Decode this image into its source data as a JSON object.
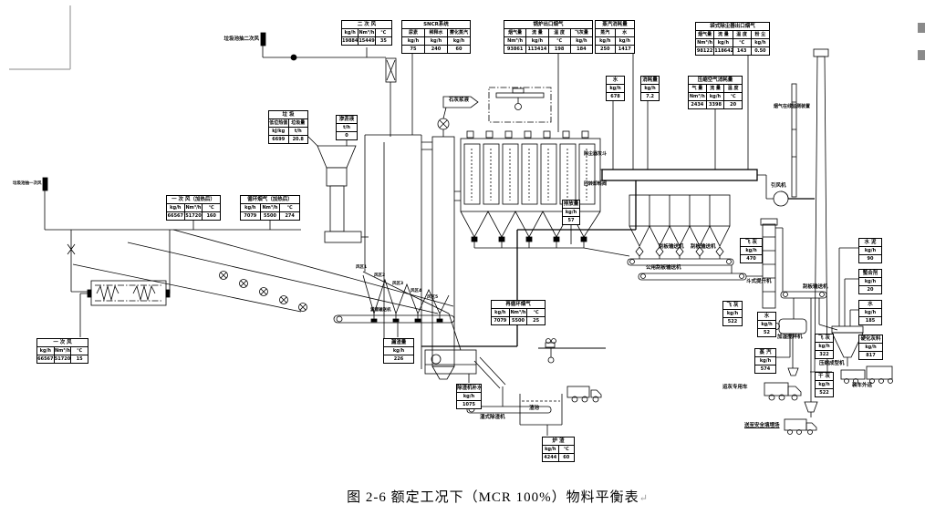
{
  "document": {
    "caption": "图 2-6  额定工况下（MCR 100%）物料平衡表",
    "paragraph_mark": "↵"
  },
  "colors": {
    "diagram_line": "#000000",
    "margin_mark": "#b0b0b0",
    "page_background": "#ffffff"
  },
  "diagram": {
    "tables": [
      {
        "id": "primary_air_heated",
        "title": "一 次 风（加热后）",
        "units": [
          "kg/h",
          "Nm³/h",
          "℃"
        ],
        "values": [
          "66567",
          "51720",
          "160"
        ]
      },
      {
        "id": "recirc_gas_heated",
        "title": "循环烟气（加热后）",
        "units": [
          "kg/h",
          "Nm³/h",
          "℃"
        ],
        "values": [
          "7079",
          "5500",
          "274"
        ]
      },
      {
        "id": "primary_air",
        "title": "一 次 风",
        "units": [
          "kg/h",
          "Nm³/h",
          "℃"
        ],
        "values": [
          "66567",
          "51720",
          "15"
        ]
      },
      {
        "id": "secondary_air",
        "title": "二 次 风",
        "units": [
          "kg/h",
          "Nm³/h",
          "℃"
        ],
        "values": [
          "19884",
          "15449",
          "35"
        ]
      },
      {
        "id": "sncr_system",
        "title": "SNCR系统",
        "headers": [
          "尿素",
          "稀释水",
          "雾化蒸汽"
        ],
        "units": [
          "kg/h",
          "kg/h",
          "kg/h"
        ],
        "values": [
          "75",
          "240",
          "60"
        ]
      },
      {
        "id": "boiler_outlet_gas",
        "title": "锅炉出口烟气",
        "headers": [
          "烟气量",
          "流 量",
          "温 度",
          "飞灰量"
        ],
        "units": [
          "Nm³/h",
          "kg/h",
          "℃",
          "kg/h"
        ],
        "values": [
          "93861",
          "113414",
          "198",
          "184"
        ]
      },
      {
        "id": "steam_consumption",
        "title": "蒸汽消耗量",
        "headers": [
          "蒸汽",
          "水"
        ],
        "units": [
          "kg/h",
          "kg/h"
        ],
        "values": [
          "250",
          "1417"
        ]
      },
      {
        "id": "baghouse_outlet_gas",
        "title": "袋式除尘器出口烟气",
        "headers": [
          "烟气量",
          "流 量",
          "温 度",
          "粉 尘"
        ],
        "units": [
          "Nm³/h",
          "kg/h",
          "℃",
          "kg/h"
        ],
        "values": [
          "98122",
          "118642",
          "143",
          "0.50"
        ]
      },
      {
        "id": "waste",
        "title": "垃 圾",
        "headers": [
          "低位热值",
          "垃圾量"
        ],
        "units": [
          "kJ/kg",
          "t/h"
        ],
        "values": [
          "6699",
          "20.8"
        ]
      },
      {
        "id": "leachate_reinjection",
        "title": "渗沥液",
        "units": [
          "t/h"
        ],
        "values": [
          "0"
        ]
      },
      {
        "id": "recirc_gas",
        "title": "再循环烟气",
        "units": [
          "kg/h",
          "Nm³/h",
          "℃"
        ],
        "values": [
          "7079",
          "5500",
          "25"
        ]
      },
      {
        "id": "grate_siftings",
        "title": "漏渣量",
        "units": [
          "kg/h"
        ],
        "values": [
          "226"
        ]
      },
      {
        "id": "slag_makeup_water",
        "title": "除渣机补水",
        "units": [
          "kg/h"
        ],
        "values": [
          "1075"
        ]
      },
      {
        "id": "bottom_slag",
        "title": "炉 渣",
        "units": [
          "kg/h",
          "℃"
        ],
        "values": [
          "4244",
          "60"
        ]
      },
      {
        "id": "water_678",
        "title": "水",
        "units": [
          "kg/h"
        ],
        "values": [
          "678"
        ]
      },
      {
        "id": "carbon_consumption",
        "title": "消耗量",
        "units": [
          "kg/h"
        ],
        "values": [
          "7.2"
        ]
      },
      {
        "id": "compressed_air",
        "title": "压缩空气消耗量",
        "headers": [
          "气 量",
          "流 量",
          "温 度"
        ],
        "units": [
          "Nm³/h",
          "kg/h",
          "℃"
        ],
        "values": [
          "2434",
          "3398",
          "20"
        ]
      },
      {
        "id": "ash_discharge_57",
        "title": "排放量",
        "units": [
          "kg/h"
        ],
        "values": [
          "57"
        ]
      },
      {
        "id": "fly_ash_470",
        "title": "飞 灰",
        "units": [
          "kg/h"
        ],
        "values": [
          "470"
        ]
      },
      {
        "id": "cement_90",
        "title": "水 泥",
        "units": [
          "kg/h"
        ],
        "values": [
          "90"
        ]
      },
      {
        "id": "chelator_20",
        "title": "螯合剂",
        "units": [
          "kg/h"
        ],
        "values": [
          "20"
        ]
      },
      {
        "id": "water_185",
        "title": "水",
        "units": [
          "kg/h"
        ],
        "values": [
          "185"
        ]
      },
      {
        "id": "hardened_ash",
        "title": "硬化灰料",
        "units": [
          "kg/h"
        ],
        "values": [
          "817"
        ]
      },
      {
        "id": "water_52",
        "title": "水",
        "units": [
          "kg/h"
        ],
        "values": [
          "52"
        ]
      },
      {
        "id": "steam_574",
        "title": "蒸 汽",
        "units": [
          "kg/h"
        ],
        "values": [
          "574"
        ]
      },
      {
        "id": "fly_ash_522",
        "title": "飞 灰",
        "units": [
          "kg/h"
        ],
        "values": [
          "522"
        ]
      },
      {
        "id": "fly_ash_322",
        "title": "飞 灰",
        "units": [
          "kg/h"
        ],
        "values": [
          "322"
        ]
      },
      {
        "id": "dry_ash_522",
        "title": "干 灰",
        "units": [
          "kg/h"
        ],
        "values": [
          "522"
        ]
      }
    ],
    "labels": [
      {
        "id": "secondary_air_intake",
        "text": "垃圾池抽二次风"
      },
      {
        "id": "primary_air_intake",
        "text": "垃圾池抽一次风"
      },
      {
        "id": "lime_slurry",
        "text": "石灰浆液"
      },
      {
        "id": "wind_zone_1",
        "text": "风区1"
      },
      {
        "id": "wind_zone_2",
        "text": "风区2"
      },
      {
        "id": "wind_zone_3",
        "text": "风区3"
      },
      {
        "id": "wind_zone_4",
        "text": "风区4"
      },
      {
        "id": "wind_zone_5",
        "text": "风区5"
      },
      {
        "id": "id_fan",
        "text": "引风机"
      },
      {
        "id": "cems",
        "text": "烟气在线监测装置"
      },
      {
        "id": "common_scraper_conveyor",
        "text": "公用刮板输送机"
      },
      {
        "id": "bucket_elevator",
        "text": "斗式提升机"
      },
      {
        "id": "scraper_conveyor_1",
        "text": "刮板输送机"
      },
      {
        "id": "scraper_conveyor_2",
        "text": "刮板输送机"
      },
      {
        "id": "scraper_conveyor_3",
        "text": "刮板输送机"
      },
      {
        "id": "humidifying_mixer",
        "text": "加湿搅拌机"
      },
      {
        "id": "compression_molder",
        "text": "压缩成型机"
      },
      {
        "id": "truck_loading",
        "text": "装车外运"
      },
      {
        "id": "ash_truck",
        "text": "运灰专用车"
      },
      {
        "id": "to_landfill",
        "text": "送至安全填埋场"
      },
      {
        "id": "wet_slag_extractor",
        "text": "湿式除渣机"
      },
      {
        "id": "slag_pit",
        "text": "渣池"
      },
      {
        "id": "baghouse_ash_hopper",
        "text": "除尘器灰斗"
      },
      {
        "id": "rotary_discharge_valve",
        "text": "回转卸料阀"
      },
      {
        "id": "siftings_conveyor",
        "text": "漏渣输送机"
      }
    ]
  }
}
